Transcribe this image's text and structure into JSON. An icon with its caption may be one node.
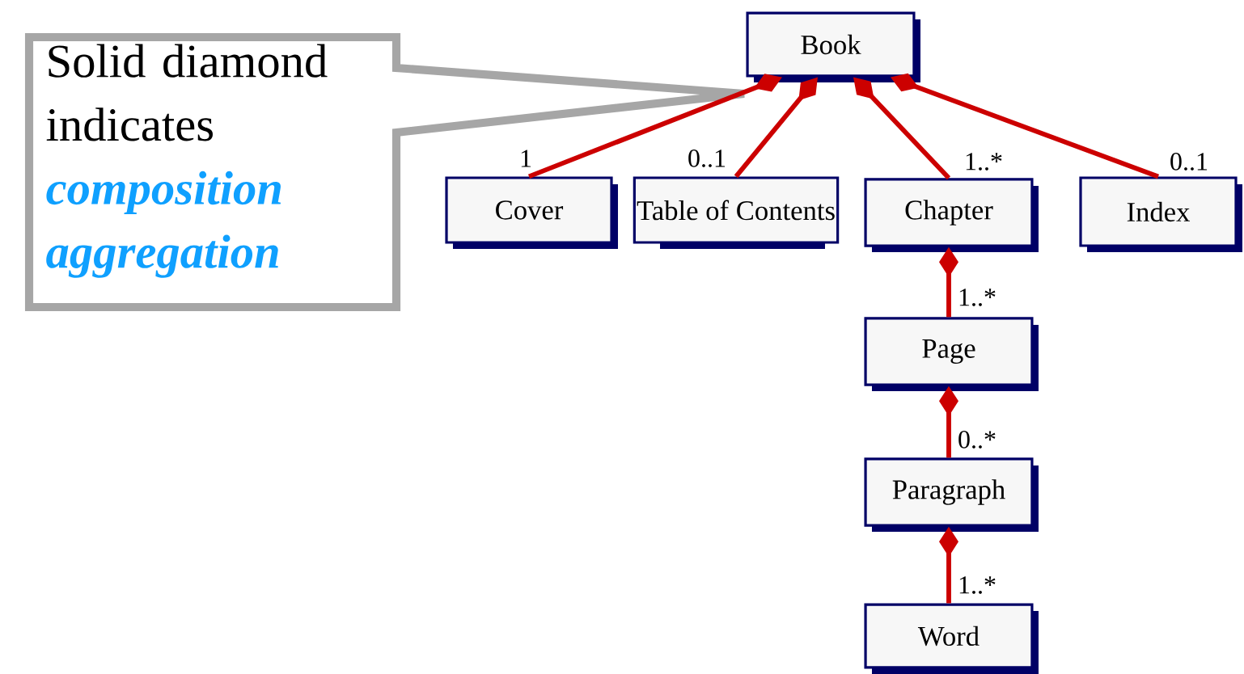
{
  "diagram": {
    "nodes": [
      {
        "text": [
          "Solid diamond indicates",
          "composition aggregation"
        ]
      },
      {
        "text": [
          "Book"
        ]
      },
      {
        "text": [
          "Cover"
        ]
      },
      {
        "text": [
          "Table of Contents"
        ]
      },
      {
        "text": [
          "Chapter"
        ]
      },
      {
        "text": [
          "Index"
        ]
      },
      {
        "text": [
          "Page"
        ]
      },
      {
        "text": [
          "Paragraph"
        ]
      },
      {
        "text": [
          "Word"
        ]
      }
    ],
    "edges": [
      {
        "from": 1,
        "to": 2,
        "arrow": "other",
        "label": "1"
      },
      {
        "from": 1,
        "to": 3,
        "arrow": "other",
        "label": "0..1"
      },
      {
        "from": 1,
        "to": 4,
        "arrow": "other",
        "label": "1..*"
      },
      {
        "from": 1,
        "to": 5,
        "arrow": "other",
        "label": "0..1"
      },
      {
        "from": 4,
        "to": 6,
        "arrow": "other",
        "label": "1..*"
      },
      {
        "from": 6,
        "to": 7,
        "arrow": "other",
        "label": "0..*"
      },
      {
        "from": 7,
        "to": 8,
        "arrow": "other",
        "label": "1..*"
      }
    ]
  }
}
